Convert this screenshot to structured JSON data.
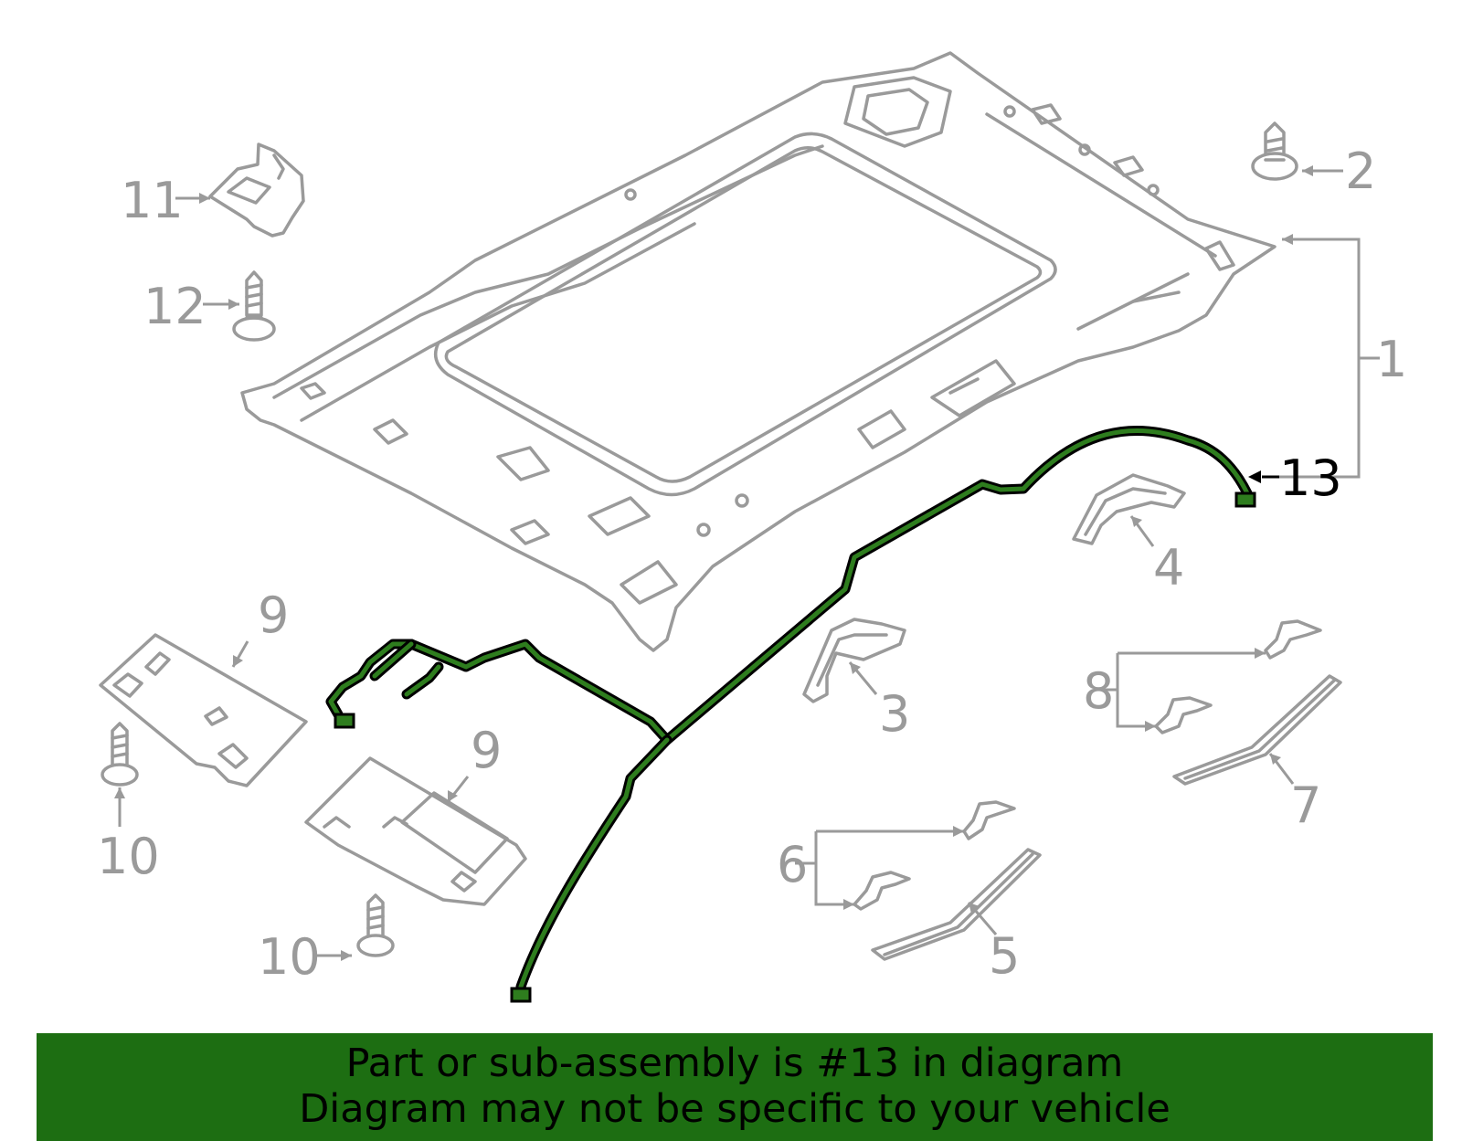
{
  "diagram": {
    "callouts": {
      "c1": "1",
      "c2": "2",
      "c3": "3",
      "c4": "4",
      "c5": "5",
      "c6": "6",
      "c7": "7",
      "c8": "8",
      "c9a": "9",
      "c9b": "9",
      "c10a": "10",
      "c10b": "10",
      "c11": "11",
      "c12": "12",
      "c13": "13"
    },
    "highlight_part": "13",
    "colors": {
      "part_lines": "#9a9a9a",
      "highlight": "#2e7d1e",
      "banner": "#1d6e12"
    }
  },
  "banner": {
    "line1": "Part or sub-assembly is #13 in diagram",
    "line2": "Diagram may not be specific to your vehicle"
  }
}
